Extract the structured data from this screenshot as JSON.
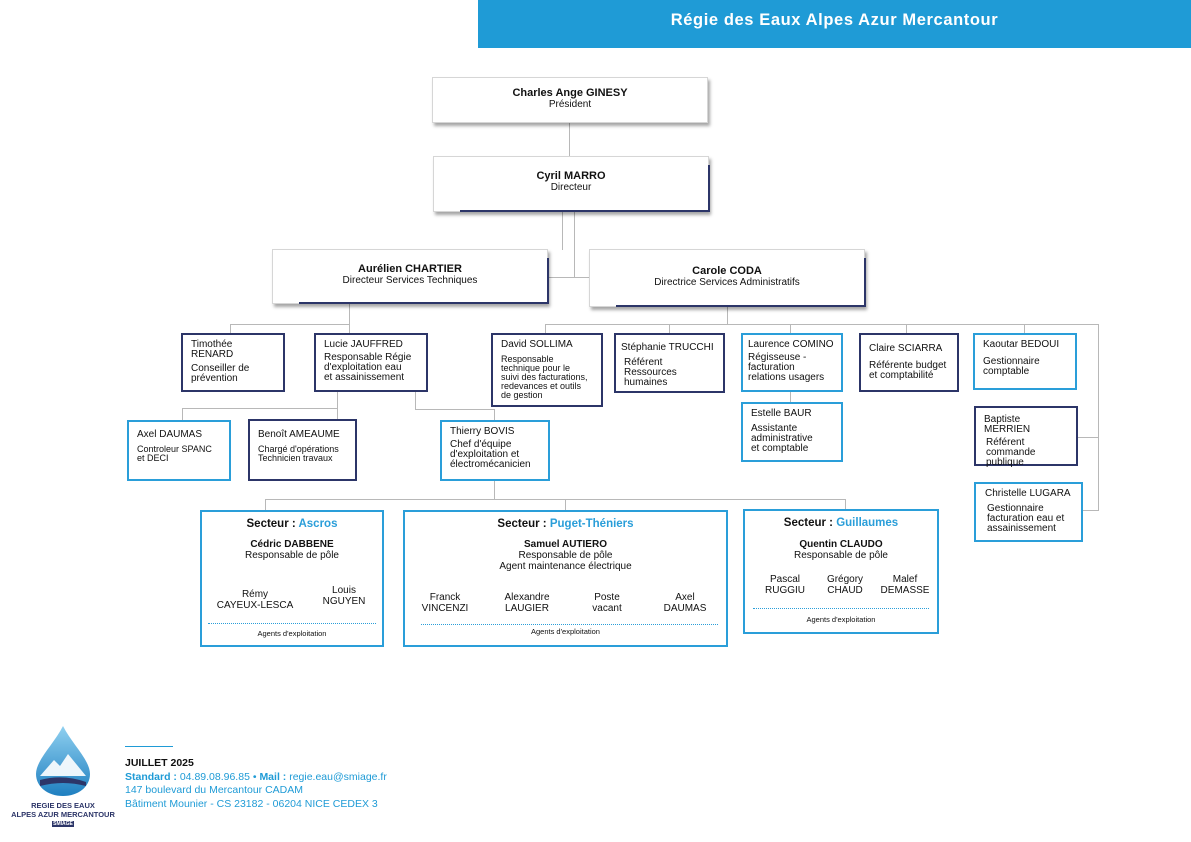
{
  "header": {
    "title": "Régie des Eaux Alpes Azur Mercantour"
  },
  "president": {
    "name": "Charles Ange GINESY",
    "role": "Président"
  },
  "director": {
    "name": "Cyril MARRO",
    "role": "Directeur"
  },
  "tech_director": {
    "name": "Aurélien CHARTIER",
    "role": "Directeur Services Techniques"
  },
  "admin_director": {
    "name": "Carole CODA",
    "role": "Directrice Services Administratifs"
  },
  "tech": {
    "renard": {
      "name1": "Timothée",
      "name2": "RENARD",
      "role1": "Conseiller de",
      "role2": "prévention"
    },
    "jauffred": {
      "name": "Lucie JAUFFRED",
      "role1": "Responsable Régie",
      "role2": "d'exploitation eau",
      "role3": "et assainissement"
    },
    "daumas": {
      "name": "Axel DAUMAS",
      "role1": "Controleur SPANC",
      "role2": "et DECI"
    },
    "ameaume": {
      "name": "Benoît AMEAUME",
      "role1": "Chargé d'opérations",
      "role2": "Technicien travaux"
    },
    "bovis": {
      "name": "Thierry BOVIS",
      "role1": "Chef d'équipe",
      "role2": "d'exploitation et",
      "role3": "électromécanicien"
    }
  },
  "admin": {
    "sollima": {
      "name": "David SOLLIMA",
      "role1": "Responsable",
      "role2": "technique pour le",
      "role3": "suivi des facturations,",
      "role4": "redevances et outils",
      "role5": "de gestion"
    },
    "trucchi": {
      "name": "Stéphanie TRUCCHI",
      "role1": "Référent",
      "role2": "Ressources",
      "role3": "humaines"
    },
    "comino": {
      "name": "Laurence COMINO",
      "role1": "Régisseuse -",
      "role2": "facturation",
      "role3": "relations usagers"
    },
    "baur": {
      "name": "Estelle BAUR",
      "role1": "Assistante",
      "role2": "administrative",
      "role3": "et comptable"
    },
    "sciarra": {
      "name": "Claire SCIARRA",
      "role1": "Référente budget",
      "role2": "et comptabilité"
    },
    "bedoui": {
      "name": "Kaoutar BEDOUI",
      "role1": "Gestionnaire",
      "role2": "comptable"
    },
    "merrien": {
      "name": "Baptiste MERRIEN",
      "role1": "Référent",
      "role2": "commande",
      "role3": "publique"
    },
    "lugara": {
      "name": "Christelle LUGARA",
      "role1": "Gestionnaire",
      "role2": "facturation eau et",
      "role3": "assainissement"
    }
  },
  "sectors": {
    "prefix": "Secteur : ",
    "ascros": {
      "name": "Ascros",
      "lead_name": "Cédric DABBENE",
      "lead_role": "Responsable de pôle",
      "agents": [
        {
          "l1": "Rémy",
          "l2": "CAYEUX-LESCA"
        },
        {
          "l1": "Louis",
          "l2": "NGUYEN"
        }
      ],
      "agents_label": "Agents d'exploitation"
    },
    "puget": {
      "name": "Puget-Théniers",
      "lead_name": "Samuel AUTIERO",
      "lead_role": "Responsable de pôle",
      "lead_role2": "Agent maintenance électrique",
      "agents": [
        {
          "l1": "Franck",
          "l2": "VINCENZI"
        },
        {
          "l1": "Alexandre",
          "l2": "LAUGIER"
        },
        {
          "l1": "Poste",
          "l2": "vacant"
        },
        {
          "l1": "Axel",
          "l2": "DAUMAS"
        }
      ],
      "agents_label": "Agents d'exploitation"
    },
    "guillaumes": {
      "name": "Guillaumes",
      "lead_name": "Quentin CLAUDO",
      "lead_role": "Responsable de pôle",
      "agents": [
        {
          "l1": "Pascal",
          "l2": "RUGGIU"
        },
        {
          "l1": "Grégory",
          "l2": "CHAUD"
        },
        {
          "l1": "Malef",
          "l2": "DEMASSE"
        }
      ],
      "agents_label": "Agents d'exploitation"
    }
  },
  "footer": {
    "date": "JUILLET 2025",
    "standard_label": "Standard : ",
    "standard_value": "04.89.08.96.85",
    "bullet": " • ",
    "mail_label": "Mail : ",
    "mail_value": "regie.eau@smiage.fr",
    "address1": "147 boulevard du Mercantour CADAM",
    "address2": "Bâtiment Mounier - CS 23182 - 06204 NICE CEDEX 3"
  },
  "logo": {
    "line1": "REGIE DES EAUX",
    "line2": "ALPES AZUR MERCANTOUR",
    "line3": "SMIAGE"
  },
  "colors": {
    "accent": "#1f9bd6",
    "navy": "#2c3568",
    "box_blue": "#2a9ed9",
    "connector": "#b8b8b8"
  }
}
